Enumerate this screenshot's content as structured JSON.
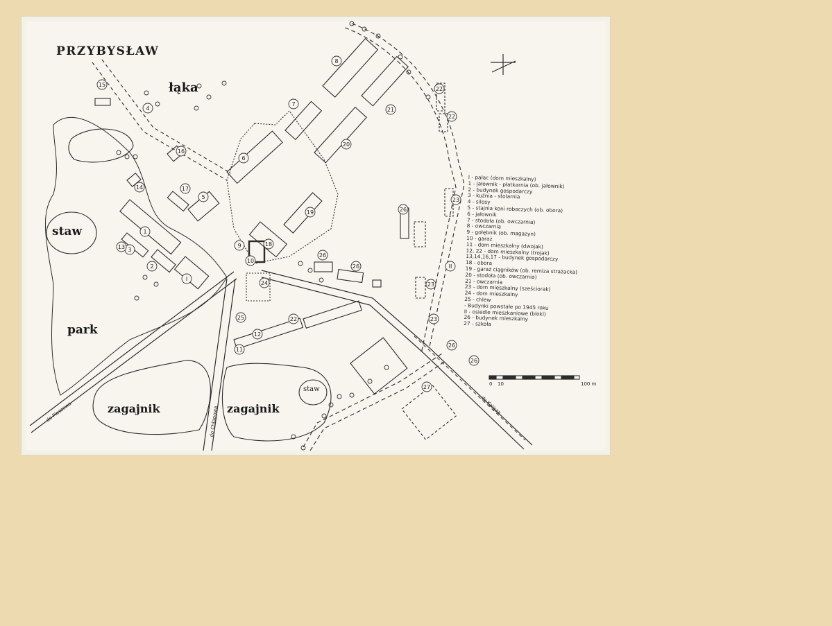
{
  "map": {
    "title": "PRZYBYSŁAW",
    "areas": {
      "laka": "łąka",
      "staw_left": "staw",
      "park": "park",
      "zagajnik_left": "zagajnik",
      "zagajnik_right": "zagajnik",
      "staw_small": "staw"
    },
    "roads": {
      "to_pleszew": "do Pleszewa",
      "to_chlapowo": "do Chłapowa",
      "to_kalisz": "do Kalisza"
    },
    "scale": {
      "start": "0",
      "ten": "10",
      "end": "100 m"
    },
    "legend": [
      "I - pałac (dom mieszkalny)",
      "1 - jałownik - płatkarnia (ob. jałownik)",
      "2 - budynek gospodarczy",
      "3 - kuźnia - stolarnia",
      "4 - silosy",
      "5 - stajnia koni roboczych (ob. obora)",
      "6 - jałownik",
      "7 - stodoła (ob. owczarnia)",
      "8 - owczarnia",
      "9 - gołębnik (ob. magazyn)",
      "10 - garaż",
      "11 - dom mieszkalny (dwojak)",
      "12, 22 - dom mieszkalny (trojak)",
      "13,14,16,17 - budynek gospodarczy",
      "18 - obora",
      "19 - garaż ciągników (ob. remiza strażacka)",
      "20 - stodoła (ob. owczarnia)",
      "21 - owczarnia",
      "23 - dom mieszkalny (sześciorak)",
      "24 - dom mieszkalny",
      "25 - chlew",
      "- Budynki powstałe po 1945 roku",
      "II - osiedle mieszkaniowe (bloki)",
      "26 - budynek mieszkalny",
      "27 - szkoła"
    ],
    "building_numbers": [
      "1",
      "2",
      "3",
      "4",
      "5",
      "6",
      "7",
      "8",
      "9",
      "10",
      "11",
      "12",
      "13",
      "14",
      "15",
      "16",
      "17",
      "18",
      "19",
      "20",
      "21",
      "22",
      "22",
      "22",
      "23",
      "23",
      "23",
      "24",
      "25",
      "26",
      "26",
      "26",
      "26",
      "26",
      "27",
      "I",
      "II"
    ]
  },
  "colors": {
    "card": "#eedab1",
    "paper": "#f7f5ee",
    "ink": "#2a2a2a"
  }
}
